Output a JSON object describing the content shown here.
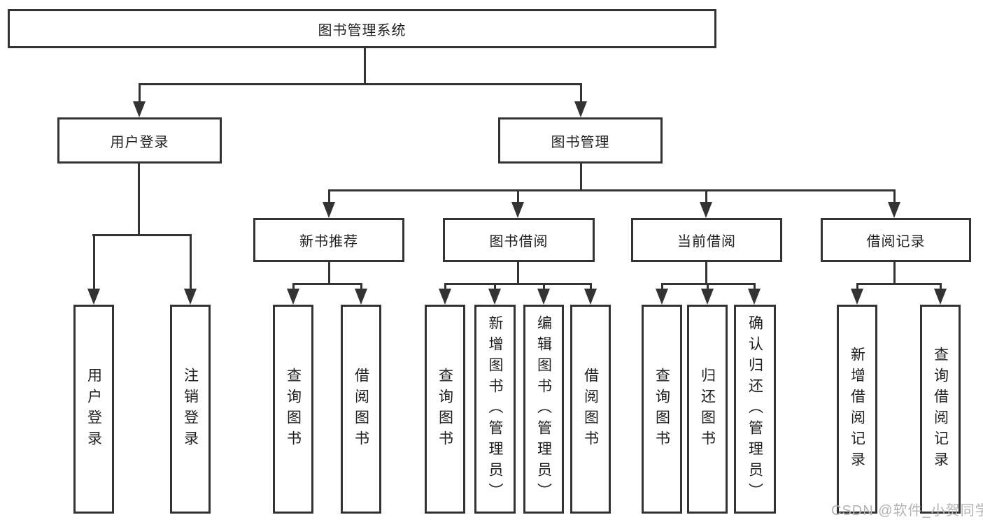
{
  "diagram": {
    "root": "图书管理系统",
    "level2": {
      "user_login": "用户登录",
      "book_mgmt": "图书管理"
    },
    "level3": {
      "new_book_rec": "新书推荐",
      "book_borrow": "图书借阅",
      "current_borrow": "当前借阅",
      "borrow_record": "借阅记录"
    },
    "leaves": {
      "user_login": "用户登录",
      "logout": "注销登录",
      "nb_query": "查询图书",
      "nb_borrow": "借阅图书",
      "bb_query": "查询图书",
      "bb_add": "新增图书（管理员）",
      "bb_edit": "编辑图书（管理员）",
      "bb_borrow": "借阅图书",
      "cb_query": "查询图书",
      "cb_return": "归还图书",
      "cb_confirm": "确认归还（管理员）",
      "br_add": "新增借阅记录",
      "br_query": "查询借阅记录"
    }
  },
  "watermark": "CSDN @软件_小贺同学",
  "colors": {
    "line": "#333333",
    "text": "#1f1f1f",
    "watermark": "#b3b3b3",
    "background": "#ffffff"
  }
}
